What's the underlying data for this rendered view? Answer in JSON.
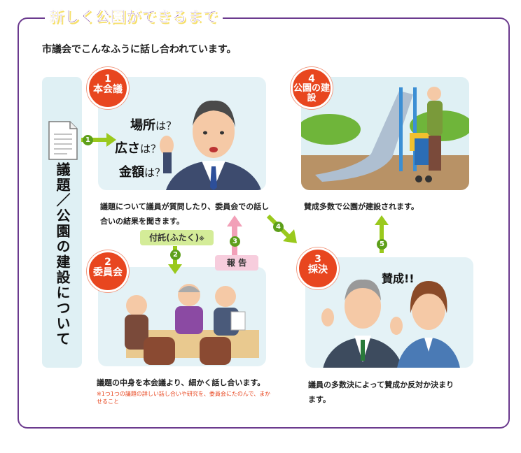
{
  "title": "新しく公園ができるまで",
  "lead": "市議会でこんなふうに話し合われています。",
  "side_label": "議題／公園の建設について",
  "steps": {
    "s1": {
      "num": "1",
      "label": "本会議",
      "questions": [
        {
          "main": "場所",
          "suffix": "は？"
        },
        {
          "main": "広さ",
          "suffix": "は？"
        },
        {
          "main": "金額",
          "suffix": "は？"
        }
      ],
      "caption": "議題について議員が質問したり、委員会での話し合いの結果を聞きます。"
    },
    "s2": {
      "num": "2",
      "label": "委員会",
      "caption": "議題の中身を本会議より、細かく話し合います。",
      "note": "※1つ1つの議題の詳しい話し合いや研究を、委員会にたのんで、まかせること"
    },
    "s3": {
      "num": "3",
      "label": "採決",
      "speech": "賛成!!",
      "caption": "議員の多数決によって賛成か反対か決まります。"
    },
    "s4": {
      "num": "4",
      "label": "公園の建設",
      "caption": "賛成多数で公園が建設されます。"
    }
  },
  "arrows": {
    "a1": "1",
    "a2": "2",
    "a2_label": "付託(ふたく)",
    "a2_mark": "※",
    "a3": "3",
    "a3_label": "報 告",
    "a4": "4",
    "a5": "5"
  },
  "colors": {
    "frame": "#6b3a8e",
    "badge": "#e8461f",
    "arrow": "#9ac91d",
    "step_num": "#5d9f1a",
    "report_arrow": "#f2a0b8",
    "panel": "#e4f2f6"
  }
}
